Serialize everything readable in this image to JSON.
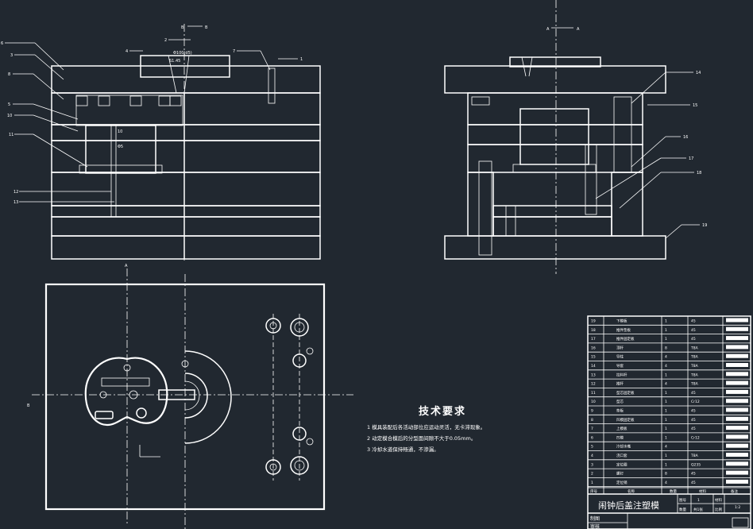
{
  "colors": {
    "background": "#212830",
    "line": "#ffffff"
  },
  "section_marks": {
    "left_top": "B",
    "left_top_b": "B",
    "right_top_a1": "A",
    "right_top_a2": "A",
    "plan_a": "A",
    "plan_b": "B"
  },
  "dims": {
    "d1": "Φ100(d5)",
    "d2": "S1.45",
    "d3": "10",
    "d4": "Φ5"
  },
  "left_callouts": [
    "6",
    "3",
    "8",
    "5",
    "10",
    "11",
    "12",
    "13"
  ],
  "top_callouts": [
    "2",
    "4",
    "7",
    "1"
  ],
  "right_callouts": [
    "14",
    "15",
    "16",
    "17",
    "18",
    "19"
  ],
  "tech": {
    "title": "技术要求",
    "items": [
      "1  模具装配后各活动部位应运动灵活，无卡滞现象。",
      "2  动定模合模后的分型面间隙不大于0.05mm。",
      "3  冷却水道保持畅通，不渗漏。"
    ]
  },
  "bom": {
    "rows": [
      [
        "19",
        "下模板",
        "1",
        "45"
      ],
      [
        "18",
        "推件垫板",
        "1",
        "45"
      ],
      [
        "17",
        "推件固定板",
        "1",
        "45"
      ],
      [
        "16",
        "顶杆",
        "8",
        "T8A"
      ],
      [
        "15",
        "导柱",
        "4",
        "T8A"
      ],
      [
        "14",
        "导套",
        "4",
        "T8A"
      ],
      [
        "13",
        "拉料杆",
        "1",
        "T8A"
      ],
      [
        "12",
        "推杆",
        "4",
        "T8A"
      ],
      [
        "11",
        "型芯固定板",
        "1",
        "45"
      ],
      [
        "10",
        "型芯",
        "1",
        "Cr12"
      ],
      [
        "9",
        "垫板",
        "1",
        "45"
      ],
      [
        "8",
        "凹模固定板",
        "1",
        "45"
      ],
      [
        "7",
        "上模板",
        "1",
        "45"
      ],
      [
        "6",
        "凹模",
        "1",
        "Cr12"
      ],
      [
        "5",
        "冷却水嘴",
        "4",
        ""
      ],
      [
        "4",
        "浇口套",
        "1",
        "T8A"
      ],
      [
        "3",
        "定位圈",
        "1",
        "Q235"
      ],
      [
        "2",
        "螺钉",
        "8",
        "45"
      ],
      [
        "1",
        "定位销",
        "4",
        "45"
      ]
    ],
    "header": [
      "序号",
      "名称",
      "数量",
      "材料",
      "备注"
    ],
    "title": "闹钟后盖注塑模",
    "drawn_label": "制图",
    "check_label": "审核",
    "qty_label": "数量",
    "qty_value": "1",
    "scale_label": "比例",
    "scale_value": "1:2",
    "sheet_label": "共1张",
    "mat_label": "材料",
    "no_label": "图号"
  }
}
